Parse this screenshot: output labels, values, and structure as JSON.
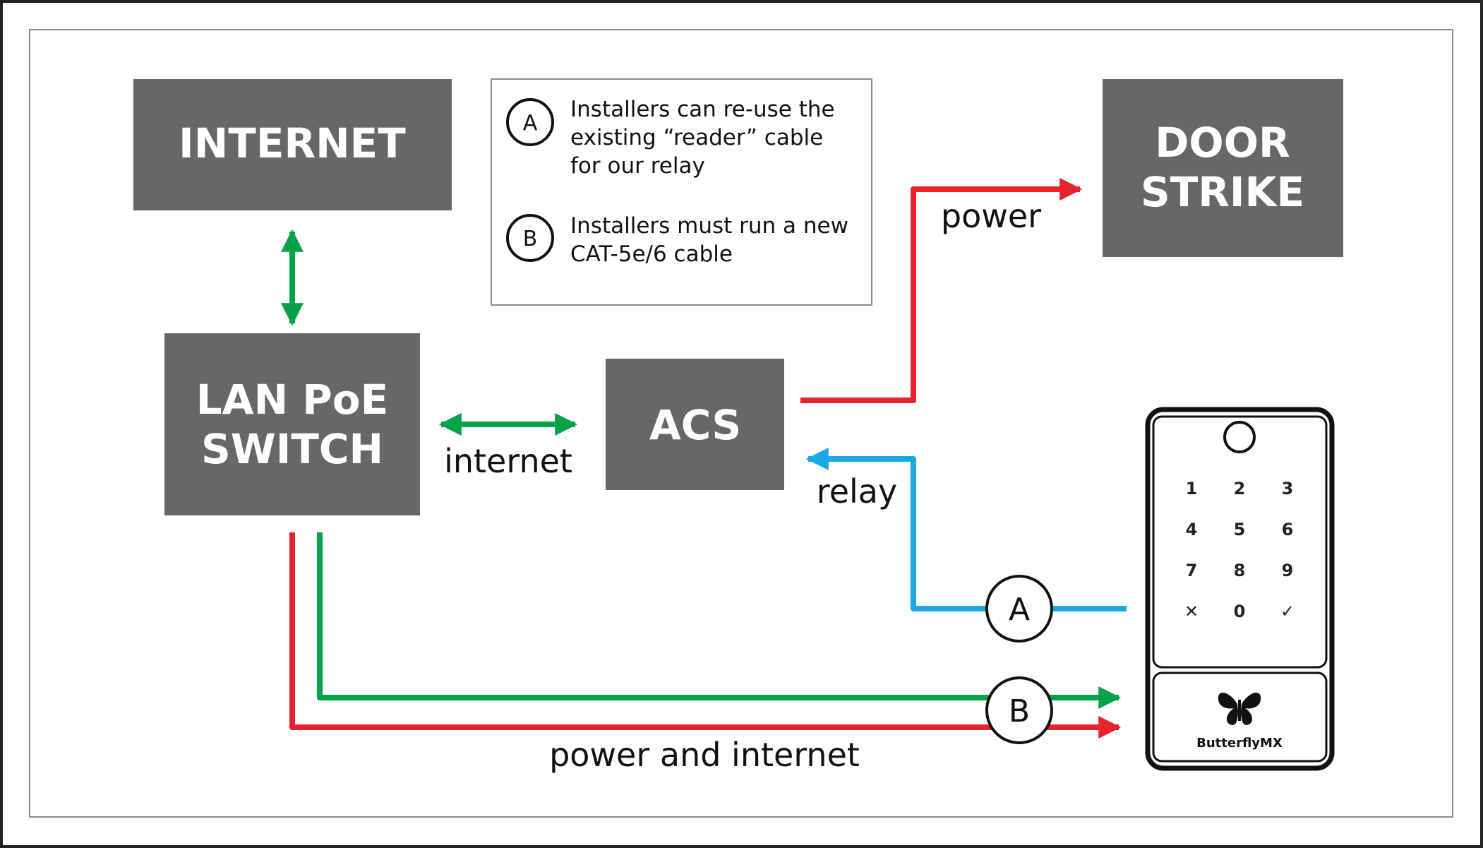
{
  "colors": {
    "box_fill": "#666766",
    "green": "#07a14a",
    "red": "#e7222c",
    "blue": "#1aa9e5",
    "outline": "#111111",
    "frame": "#8a8a8a"
  },
  "nodes": {
    "internet": {
      "lines": [
        "INTERNET"
      ]
    },
    "lan_switch": {
      "lines": [
        "LAN PoE",
        "SWITCH"
      ]
    },
    "acs": {
      "lines": [
        "ACS"
      ]
    },
    "door_strike": {
      "lines": [
        "DOOR",
        "STRIKE"
      ]
    }
  },
  "edges": {
    "internet_label": "internet",
    "power_label": "power",
    "relay_label": "relay",
    "power_internet_label": "power and internet"
  },
  "markers": {
    "a": "A",
    "b": "B"
  },
  "legend": {
    "items": [
      {
        "marker": "A",
        "lines": [
          "Installers can re-use the",
          "existing “reader” cable",
          "for our relay"
        ]
      },
      {
        "marker": "B",
        "lines": [
          "Installers must run a new",
          "CAT-5e/6 cable"
        ]
      }
    ]
  },
  "device": {
    "keys": [
      "1",
      "2",
      "3",
      "4",
      "5",
      "6",
      "7",
      "8",
      "9",
      "✕",
      "0",
      "✓"
    ],
    "brand": "ButterflyMX",
    "icons": [
      "fingerprint-sensor-icon",
      "butterfly-logo-icon"
    ]
  }
}
